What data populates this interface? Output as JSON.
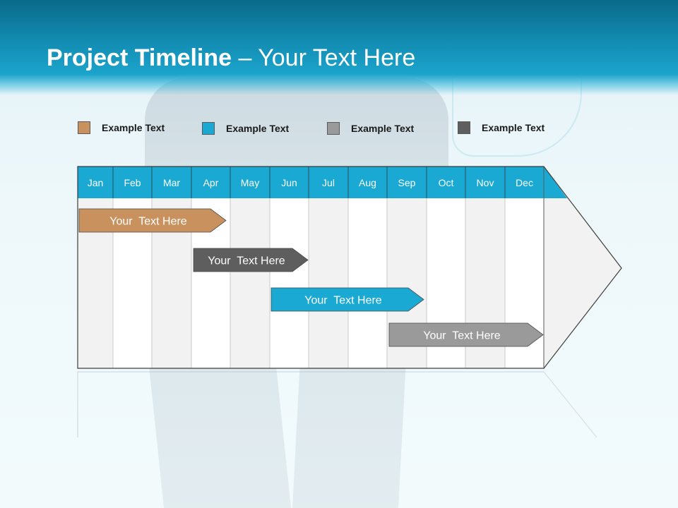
{
  "title": {
    "bold": "Project Timeline",
    "rest": " – Your Text Here"
  },
  "legend": [
    {
      "label": "Example Text",
      "color": "#c8915e"
    },
    {
      "label": "Example Text",
      "color": "#1aa9d2"
    },
    {
      "label": "Example Text",
      "color": "#9a9a9a"
    },
    {
      "label": "Example Text",
      "color": "#5e5e5e"
    }
  ],
  "months": [
    "Jan",
    "Feb",
    "Mar",
    "Apr",
    "May",
    "Jun",
    "Jul",
    "Aug",
    "Sep",
    "Oct",
    "Nov",
    "Dec"
  ],
  "tasks": [
    {
      "label": "Your  Text Here",
      "color": "#c8915e"
    },
    {
      "label": "Your  Text Here",
      "color": "#5e5e5e"
    },
    {
      "label": "Your  Text Here",
      "color": "#1aa9d2"
    },
    {
      "label": "Your  Text Here",
      "color": "#9a9a9a"
    }
  ],
  "colors": {
    "header_bar": "#1aa9d2",
    "accent": "#138db3"
  }
}
